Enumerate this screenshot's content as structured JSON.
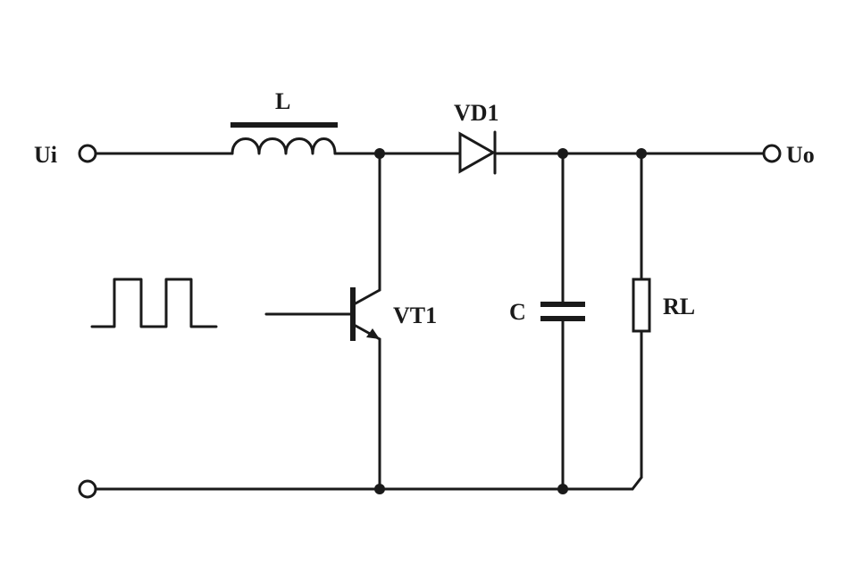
{
  "labels": {
    "input": "Ui",
    "output": "Uo",
    "inductor": "L",
    "diode": "VD1",
    "transistor": "VT1",
    "capacitor": "C",
    "load": "RL"
  },
  "colors": {
    "ink": "#1a1a1a",
    "background": "#ffffff"
  }
}
